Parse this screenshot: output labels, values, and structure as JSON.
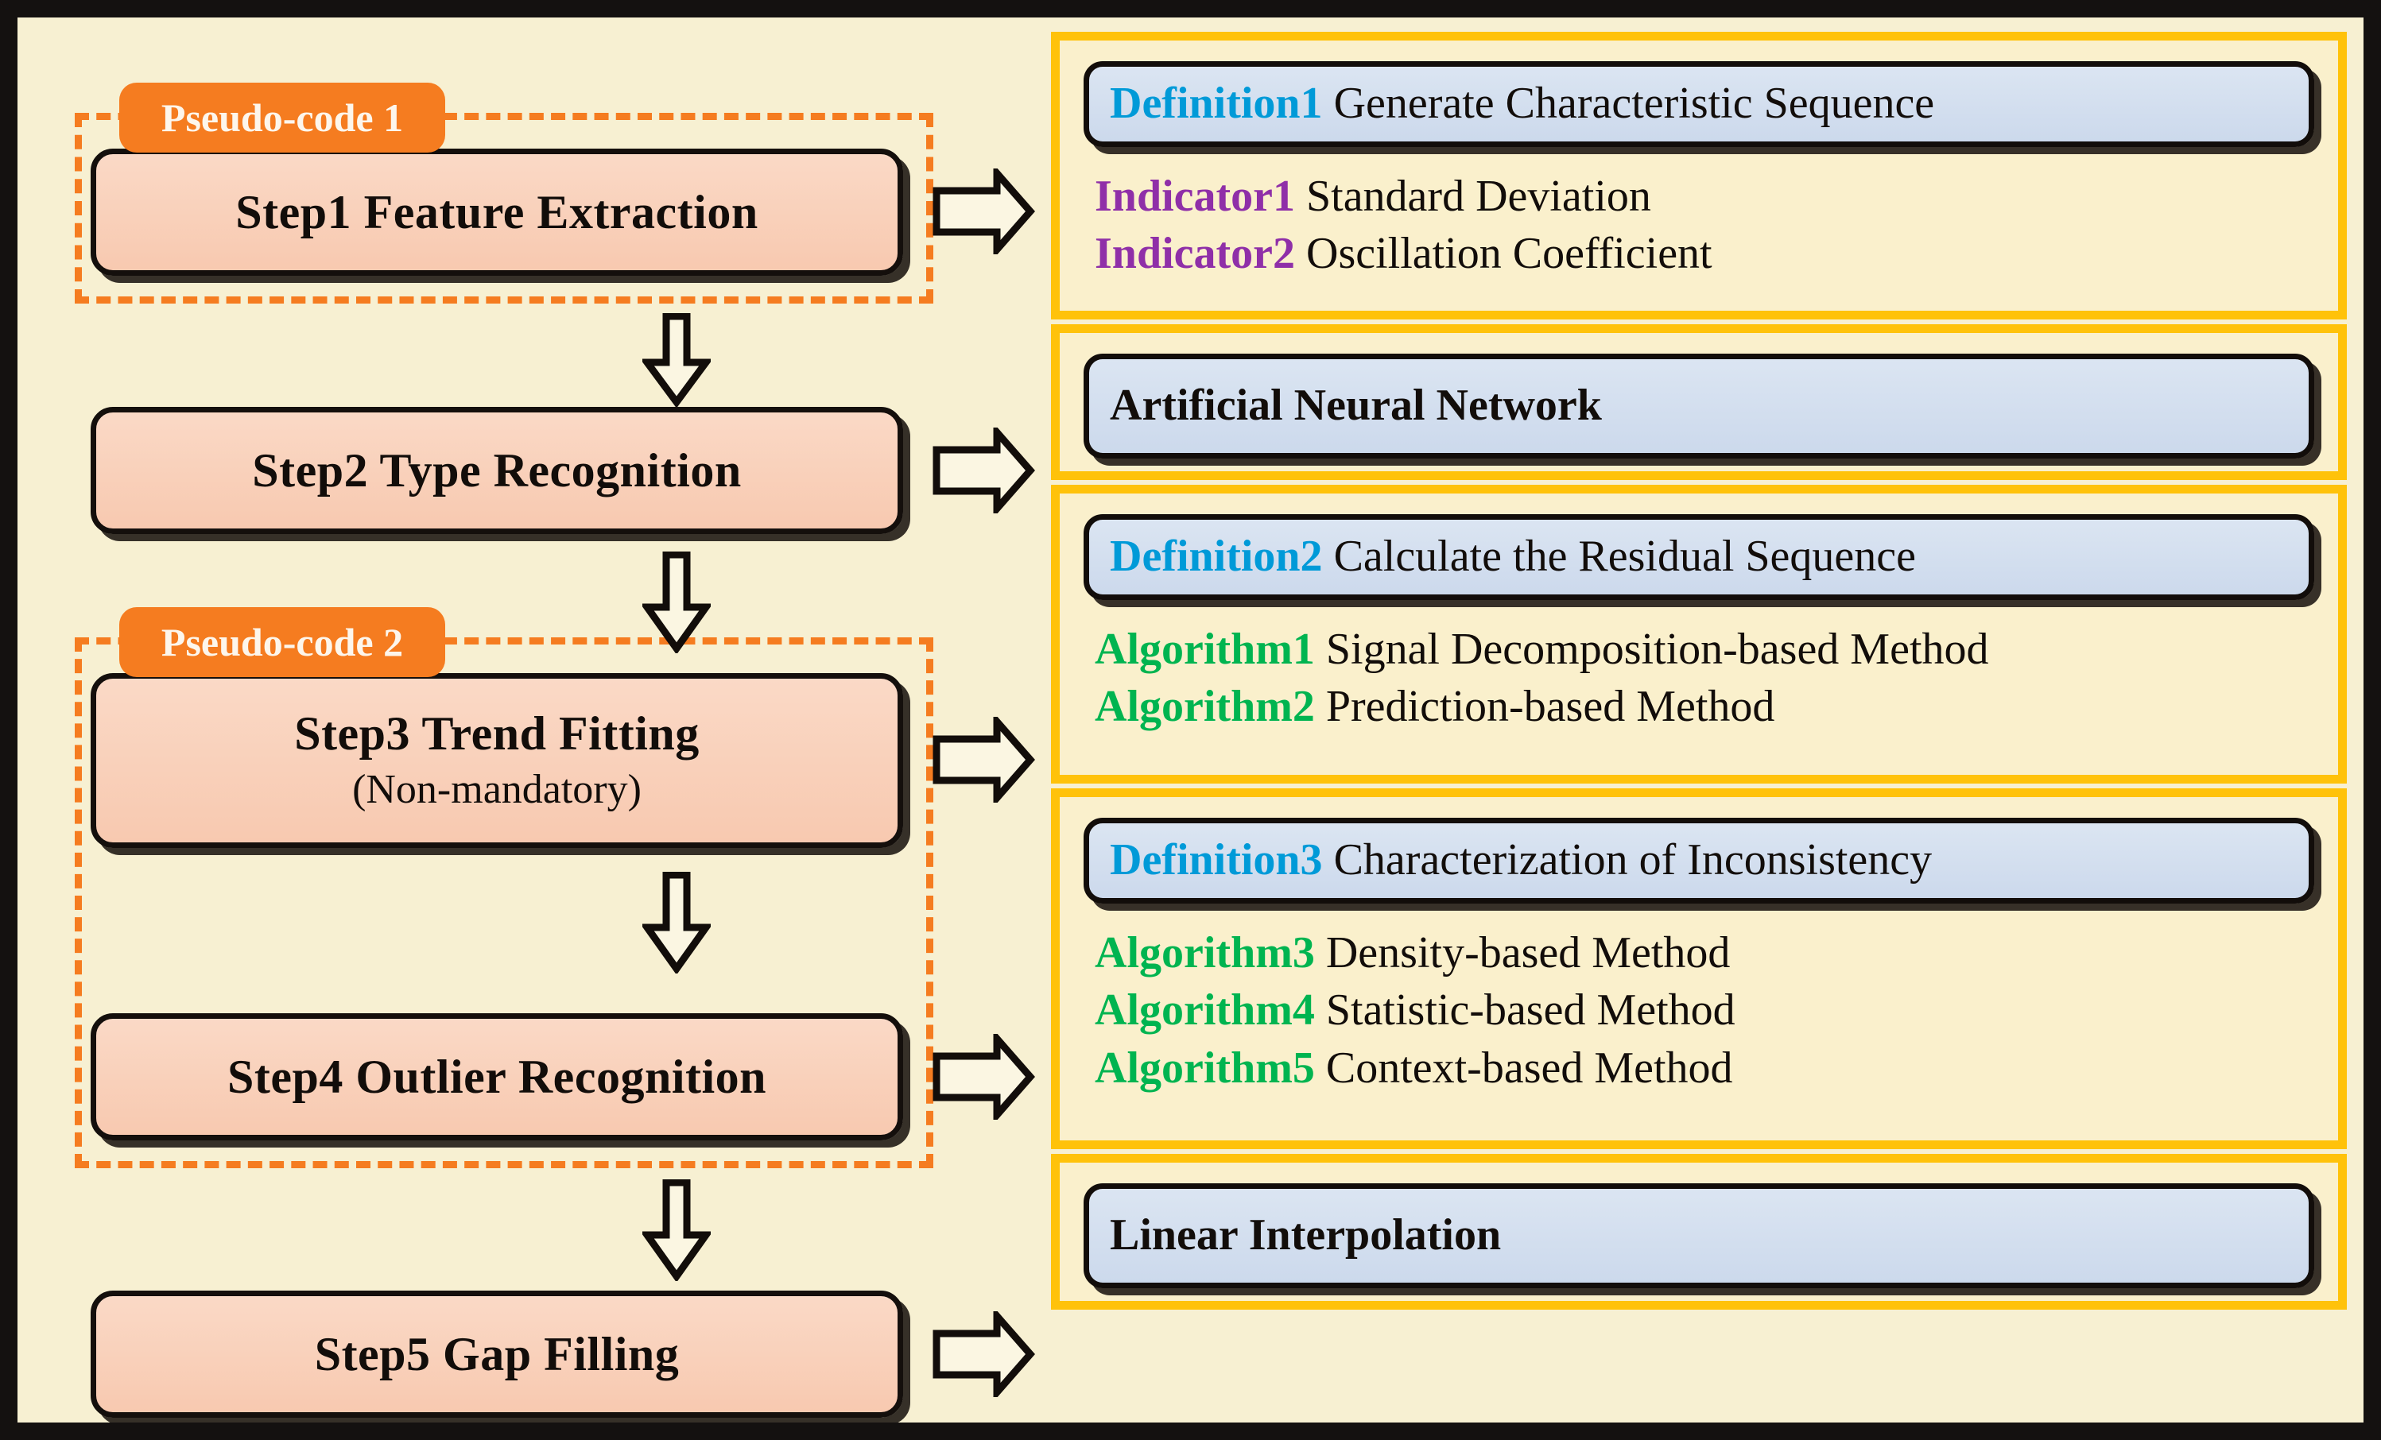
{
  "colors": {
    "frame_border": "#141110",
    "canvas_bg": "#f7f0d2",
    "step_fill": "#f8c9b0",
    "pseudo_tag": "#f57c20",
    "dashed_group": "#f57c20",
    "panel_border": "#ffc20a",
    "panel_bg": "#faf0cc",
    "blue_box": "#d4e0f0",
    "definition_text": "#009ad8",
    "indicator_text": "#8f2fa8",
    "algorithm_text": "#00b450",
    "body_text": "#120d0a"
  },
  "left_flow": {
    "pseudo_tags": [
      {
        "label": "Pseudo-code 1"
      },
      {
        "label": "Pseudo-code 2"
      }
    ],
    "steps": [
      {
        "id": "step1",
        "title": "Step1 Feature Extraction",
        "subtitle": ""
      },
      {
        "id": "step2",
        "title": "Step2 Type Recognition",
        "subtitle": ""
      },
      {
        "id": "step3",
        "title": "Step3 Trend Fitting",
        "subtitle": "(Non-mandatory)"
      },
      {
        "id": "step4",
        "title": "Step4 Outlier Recognition",
        "subtitle": ""
      },
      {
        "id": "step5",
        "title": "Step5 Gap Filling",
        "subtitle": ""
      }
    ]
  },
  "right_panel": {
    "sections": [
      {
        "id": "section-1",
        "headline": {
          "keyword": "Definition1",
          "keyword_kind": "definition",
          "text": "Generate Characteristic Sequence"
        },
        "items": [
          {
            "keyword": "Indicator1",
            "keyword_kind": "indicator",
            "text": "Standard Deviation"
          },
          {
            "keyword": "Indicator2",
            "keyword_kind": "indicator",
            "text": "Oscillation Coefficient"
          }
        ]
      },
      {
        "id": "section-2",
        "headline": {
          "keyword": "",
          "keyword_kind": "plain",
          "text": "Artificial Neural Network"
        },
        "items": []
      },
      {
        "id": "section-3",
        "headline": {
          "keyword": "Definition2",
          "keyword_kind": "definition",
          "text": "Calculate the Residual Sequence"
        },
        "items": [
          {
            "keyword": "Algorithm1",
            "keyword_kind": "algorithm",
            "text": "Signal Decomposition-based Method"
          },
          {
            "keyword": "Algorithm2",
            "keyword_kind": "algorithm",
            "text": "Prediction-based Method"
          }
        ]
      },
      {
        "id": "section-4",
        "headline": {
          "keyword": "Definition3",
          "keyword_kind": "definition",
          "text": "Characterization of Inconsistency"
        },
        "items": [
          {
            "keyword": "Algorithm3",
            "keyword_kind": "algorithm",
            "text": "Density-based Method"
          },
          {
            "keyword": "Algorithm4",
            "keyword_kind": "algorithm",
            "text": "Statistic-based Method"
          },
          {
            "keyword": "Algorithm5",
            "keyword_kind": "algorithm",
            "text": "Context-based Method"
          }
        ]
      },
      {
        "id": "section-5",
        "headline": {
          "keyword": "",
          "keyword_kind": "plain",
          "text": "Linear Interpolation"
        },
        "items": []
      }
    ]
  },
  "connectors": {
    "down_arrow_count": 4,
    "right_arrow_count": 5
  }
}
